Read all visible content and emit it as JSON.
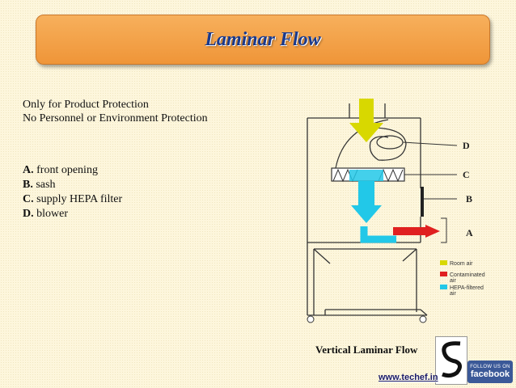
{
  "title": "Laminar Flow",
  "lines": {
    "l1": "Only for Product Protection",
    "l2": "No Personnel or Environment Protection"
  },
  "parts": [
    {
      "letter": "A.",
      "text": " front opening"
    },
    {
      "letter": "B.",
      "text": " sash"
    },
    {
      "letter": "C.",
      "text": " supply HEPA filter"
    },
    {
      "letter": "D.",
      "text": " blower"
    }
  ],
  "diagram": {
    "labels": {
      "d": "D",
      "c": "C",
      "b": "B",
      "a": "A"
    },
    "legend": {
      "room_air": "Room air",
      "contaminated_1": "Contaminated",
      "contaminated_2": "air",
      "hepa_1": "HEPA-filtered",
      "hepa_2": "air"
    },
    "colors": {
      "room_air": "#d8d800",
      "contaminated": "#e02020",
      "hepa": "#22c8e8"
    }
  },
  "caption": "Vertical Laminar Flow",
  "footer": {
    "website": "www.techef.in",
    "fb_small": "FOLLOW US ON",
    "fb_big": "facebook"
  }
}
